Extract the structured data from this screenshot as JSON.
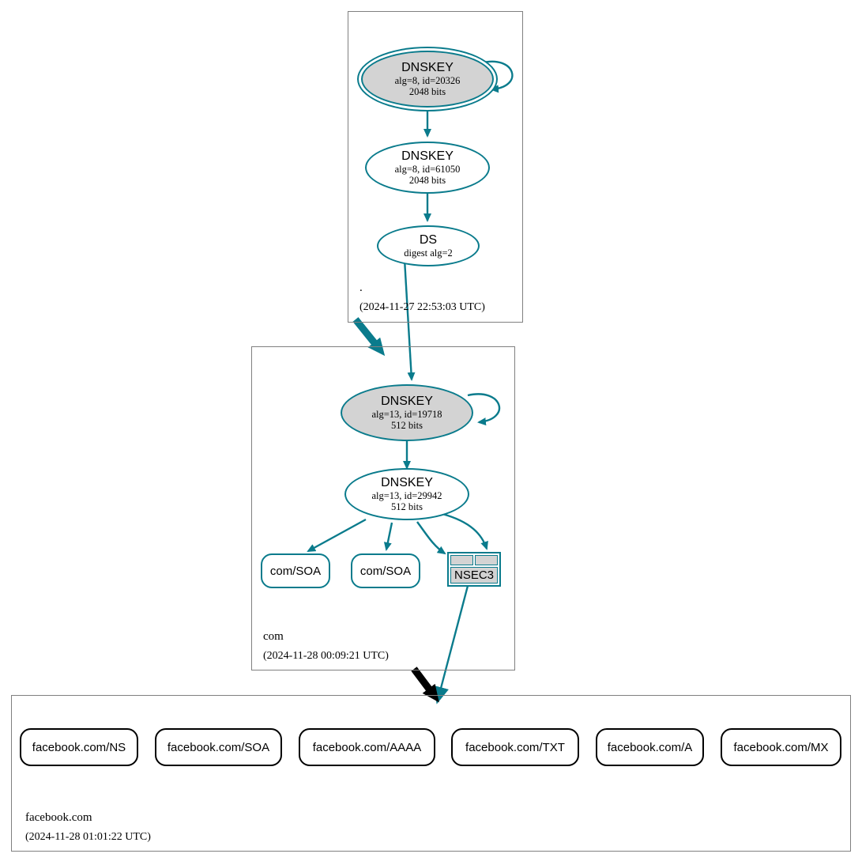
{
  "diagram": {
    "type": "dnssec-authentication-chain",
    "accent_teal": "#0a7b8c",
    "insecure_black": "#000000",
    "node_fill_grey": "#d3d3d3",
    "zone_border_grey": "#808080"
  },
  "zones": [
    {
      "id": "root",
      "label": ".",
      "timestamp": "(2024-11-27 22:53:03 UTC)",
      "status": "secure"
    },
    {
      "id": "com",
      "label": "com",
      "timestamp": "(2024-11-28 00:09:21 UTC)",
      "status": "secure"
    },
    {
      "id": "facebook",
      "label": "facebook.com",
      "timestamp": "(2024-11-28 01:01:22 UTC)",
      "status": "insecure"
    }
  ],
  "nodes": {
    "root_ksk": {
      "title": "DNSKEY",
      "sub1": "alg=8, id=20326",
      "sub2": "2048 bits",
      "role": "key-signing-key",
      "self_signed": true
    },
    "root_zsk": {
      "title": "DNSKEY",
      "sub1": "alg=8, id=61050",
      "sub2": "2048 bits",
      "role": "zone-signing-key",
      "self_signed": false
    },
    "root_ds": {
      "title": "DS",
      "sub1": "digest alg=2",
      "sub2": "",
      "role": "delegation-signer"
    },
    "com_ksk": {
      "title": "DNSKEY",
      "sub1": "alg=13, id=19718",
      "sub2": "512 bits",
      "role": "key-signing-key",
      "self_signed": true
    },
    "com_zsk": {
      "title": "DNSKEY",
      "sub1": "alg=13, id=29942",
      "sub2": "512 bits",
      "role": "zone-signing-key",
      "self_signed": false
    },
    "com_soa_1": {
      "label": "com/SOA"
    },
    "com_soa_2": {
      "label": "com/SOA"
    },
    "com_nsec3": {
      "label": "NSEC3"
    }
  },
  "facebook_rrsets": [
    {
      "label": "facebook.com/NS"
    },
    {
      "label": "facebook.com/SOA"
    },
    {
      "label": "facebook.com/AAAA"
    },
    {
      "label": "facebook.com/TXT"
    },
    {
      "label": "facebook.com/A"
    },
    {
      "label": "facebook.com/MX"
    }
  ]
}
